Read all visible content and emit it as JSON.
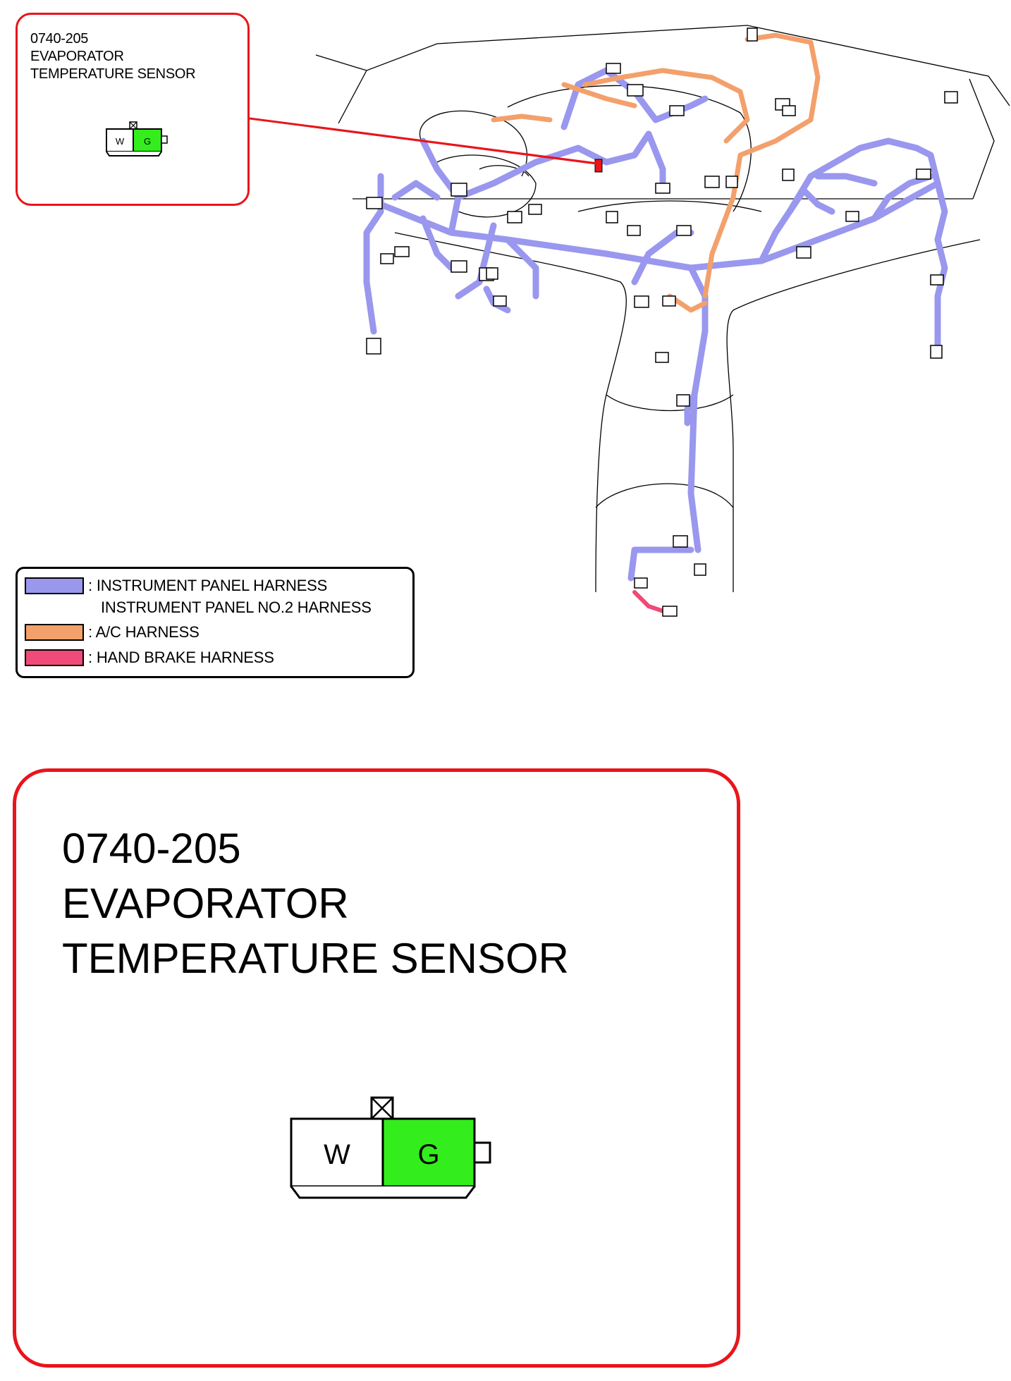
{
  "connector": {
    "code": "0740-205",
    "name_line1": "EVAPORATOR",
    "name_line2": "TEMPERATURE SENSOR",
    "pins": [
      {
        "label": "W",
        "color": "#ffffff"
      },
      {
        "label": "G",
        "color": "#33ee1c"
      }
    ]
  },
  "legend": {
    "items": [
      {
        "label": ": INSTRUMENT PANEL HARNESS",
        "label2": "INSTRUMENT PANEL NO.2 HARNESS",
        "color": "#9a97ee"
      },
      {
        "label": ": A/C HARNESS",
        "color": "#f3a06c"
      },
      {
        "label": ": HAND BRAKE HARNESS",
        "color": "#ef4a78"
      }
    ]
  },
  "colors": {
    "callout_border": "#e8151b",
    "instrument_harness": "#9a97ee",
    "ac_harness": "#f3a06c",
    "hand_brake_harness": "#ef4a78",
    "highlight_connector": "#e8151b"
  }
}
